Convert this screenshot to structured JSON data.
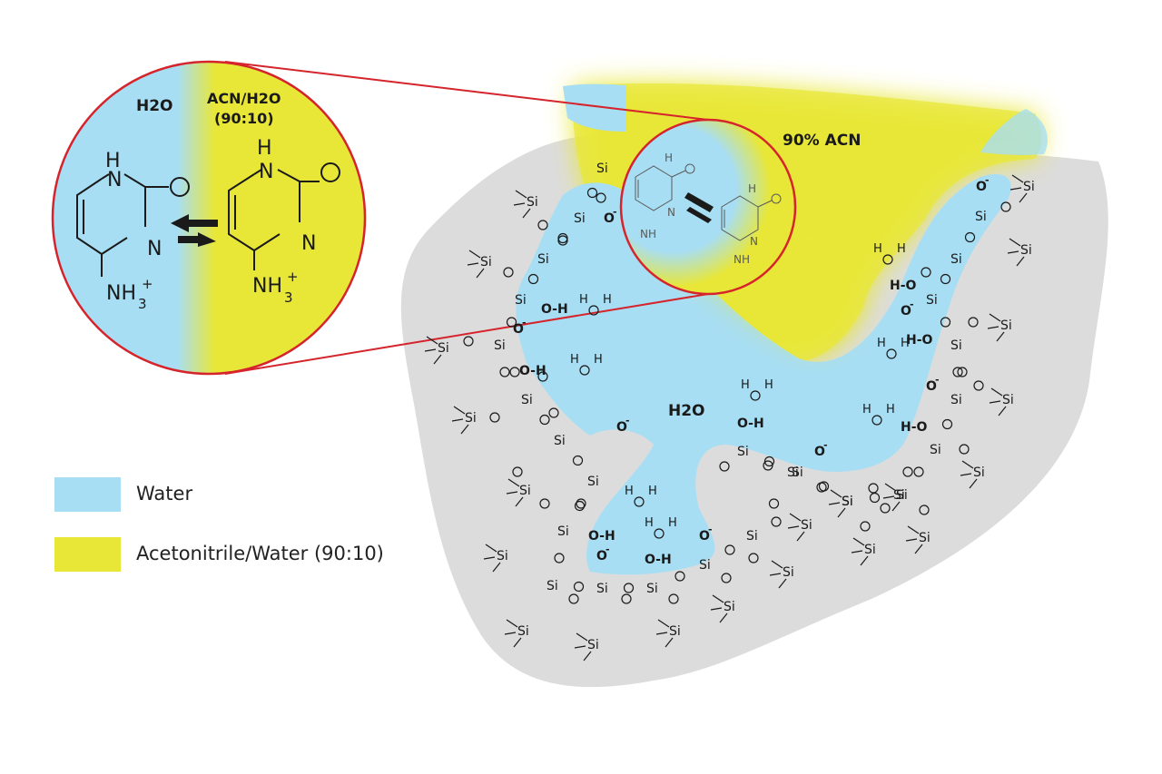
{
  "colors": {
    "water": "#A8DEF3",
    "acn_water": "#E8E738",
    "silica": "#DCDCDD",
    "outline": "#D5242B",
    "text": "#1a1a1a"
  },
  "zoom_circle": {
    "label_water": "H2O",
    "label_acn_line1": "ACN/H2O",
    "label_acn_line2": "(90:10)",
    "left_molecule": {
      "atom_h": "H",
      "atom_n": "N",
      "atom_o": "O",
      "group": "NH",
      "sub": "3",
      "charge": "+"
    },
    "right_molecule": {
      "atom_h": "H",
      "atom_n": "N",
      "atom_o": "O",
      "group": "NH",
      "sub": "3",
      "charge": "+"
    }
  },
  "diagram": {
    "label_acn": "90% ACN",
    "label_water": "H2O",
    "si": "Si",
    "o": "O",
    "o_minus": "O",
    "minus": "-",
    "oh": "O-H",
    "ho": "H-O",
    "h": "H"
  },
  "legend": {
    "water_label": "Water",
    "acn_label": "Acetonitrile/Water (90:10)"
  }
}
